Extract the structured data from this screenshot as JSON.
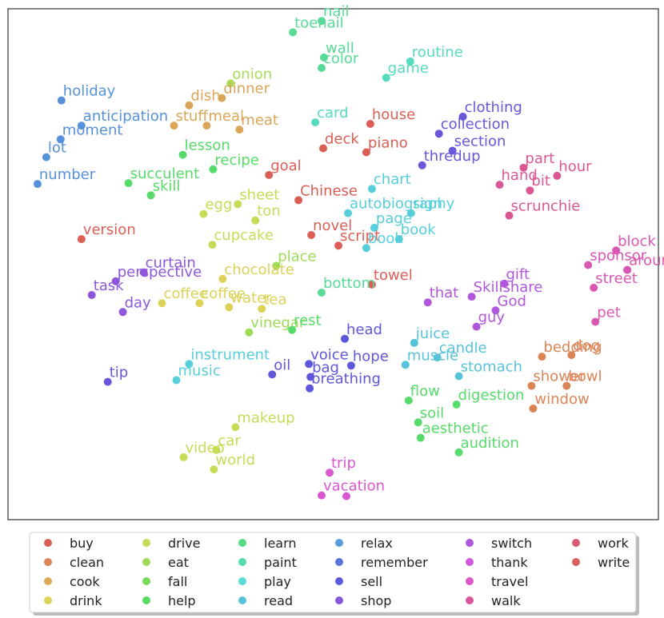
{
  "chart_data": {
    "type": "scatter",
    "title": "",
    "xlabel": "",
    "ylabel": "",
    "grid": false,
    "axes_ticks": false,
    "legend_placement": "bottom",
    "legend_columns": 7,
    "xlim": [
      0,
      815
    ],
    "ylim": [
      0,
      630
    ],
    "categories": [
      {
        "name": "buy",
        "color": "#db5f57"
      },
      {
        "name": "clean",
        "color": "#db8557"
      },
      {
        "name": "cook",
        "color": "#dbab57"
      },
      {
        "name": "drink",
        "color": "#dbd257"
      },
      {
        "name": "drive",
        "color": "#c3db57"
      },
      {
        "name": "eat",
        "color": "#9ddb57"
      },
      {
        "name": "fall",
        "color": "#76db57"
      },
      {
        "name": "help",
        "color": "#57db5f"
      },
      {
        "name": "learn",
        "color": "#57db85"
      },
      {
        "name": "paint",
        "color": "#57dbab"
      },
      {
        "name": "play",
        "color": "#57dbd2"
      },
      {
        "name": "read",
        "color": "#57c3db"
      },
      {
        "name": "relax",
        "color": "#579ddb"
      },
      {
        "name": "remember",
        "color": "#5776db"
      },
      {
        "name": "sell",
        "color": "#5f57db"
      },
      {
        "name": "shop",
        "color": "#8557db"
      },
      {
        "name": "switch",
        "color": "#ab57db"
      },
      {
        "name": "thank",
        "color": "#d257db"
      },
      {
        "name": "travel",
        "color": "#db57c3"
      },
      {
        "name": "walk",
        "color": "#db579d"
      },
      {
        "name": "work",
        "color": "#db5776"
      },
      {
        "name": "write",
        "color": "#db5f5f"
      }
    ],
    "points": [
      {
        "word": "nail",
        "x": 393,
        "y": 615,
        "color": "#57db96"
      },
      {
        "word": "toenail",
        "x": 357,
        "y": 601,
        "color": "#57db96"
      },
      {
        "word": "wall",
        "x": 396,
        "y": 570,
        "color": "#57db96"
      },
      {
        "word": "color",
        "x": 393,
        "y": 557,
        "color": "#57db96"
      },
      {
        "word": "routine",
        "x": 504,
        "y": 565,
        "color": "#57dbc0"
      },
      {
        "word": "game",
        "x": 474,
        "y": 545,
        "color": "#57dbc0"
      },
      {
        "word": "onion",
        "x": 279,
        "y": 538,
        "color": "#a8db57"
      },
      {
        "word": "holiday",
        "x": 67,
        "y": 517,
        "color": "#5791db"
      },
      {
        "word": "dish",
        "x": 227,
        "y": 511,
        "color": "#dba657"
      },
      {
        "word": "dinner",
        "x": 268,
        "y": 520,
        "color": "#dba657"
      },
      {
        "word": "card",
        "x": 385,
        "y": 490,
        "color": "#57dbc0"
      },
      {
        "word": "house",
        "x": 454,
        "y": 488,
        "color": "#db5f57"
      },
      {
        "word": "clothing",
        "x": 570,
        "y": 497,
        "color": "#6957db"
      },
      {
        "word": "anticipation",
        "x": 92,
        "y": 486,
        "color": "#5791db"
      },
      {
        "word": "stuff",
        "x": 208,
        "y": 486,
        "color": "#dba657"
      },
      {
        "word": "meal",
        "x": 249,
        "y": 486,
        "color": "#dba657"
      },
      {
        "word": "meat",
        "x": 290,
        "y": 481,
        "color": "#dba657"
      },
      {
        "word": "collection",
        "x": 540,
        "y": 476,
        "color": "#6957db"
      },
      {
        "word": "deck",
        "x": 395,
        "y": 458,
        "color": "#db5f57"
      },
      {
        "word": "piano",
        "x": 449,
        "y": 453,
        "color": "#db5f57"
      },
      {
        "word": "moment",
        "x": 66,
        "y": 469,
        "color": "#5791db"
      },
      {
        "word": "lot",
        "x": 48,
        "y": 447,
        "color": "#5791db"
      },
      {
        "word": "section",
        "x": 557,
        "y": 455,
        "color": "#6957db"
      },
      {
        "word": "thredup",
        "x": 519,
        "y": 437,
        "color": "#6957db"
      },
      {
        "word": "lesson",
        "x": 219,
        "y": 450,
        "color": "#57db6a"
      },
      {
        "word": "recipe",
        "x": 257,
        "y": 432,
        "color": "#57db6a"
      },
      {
        "word": "goal",
        "x": 327,
        "y": 425,
        "color": "#db5f57"
      },
      {
        "word": "part",
        "x": 646,
        "y": 434,
        "color": "#db5794"
      },
      {
        "word": "hour",
        "x": 688,
        "y": 424,
        "color": "#db5794"
      },
      {
        "word": "hand",
        "x": 616,
        "y": 413,
        "color": "#db5794"
      },
      {
        "word": "bit",
        "x": 654,
        "y": 406,
        "color": "#db5794"
      },
      {
        "word": "number",
        "x": 37,
        "y": 414,
        "color": "#5791db"
      },
      {
        "word": "succulent",
        "x": 151,
        "y": 415,
        "color": "#57db6a"
      },
      {
        "word": "skill",
        "x": 179,
        "y": 400,
        "color": "#57db6a"
      },
      {
        "word": "sheet",
        "x": 288,
        "y": 389,
        "color": "#c8db57"
      },
      {
        "word": "Chinese",
        "x": 364,
        "y": 394,
        "color": "#db5f57"
      },
      {
        "word": "chart",
        "x": 456,
        "y": 408,
        "color": "#57cfdb"
      },
      {
        "word": "scrunchie",
        "x": 628,
        "y": 375,
        "color": "#db5794"
      },
      {
        "word": "sign",
        "x": 505,
        "y": 378,
        "color": "#57cfdb"
      },
      {
        "word": "egg",
        "x": 245,
        "y": 377,
        "color": "#c8db57"
      },
      {
        "word": "autobiography",
        "x": 426,
        "y": 378,
        "color": "#57cfdb"
      },
      {
        "word": "ton",
        "x": 310,
        "y": 369,
        "color": "#c8db57"
      },
      {
        "word": "page",
        "x": 459,
        "y": 360,
        "color": "#57cfdb"
      },
      {
        "word": "book",
        "x": 490,
        "y": 346,
        "color": "#57cfdb"
      },
      {
        "word": "version",
        "x": 92,
        "y": 346,
        "color": "#db5f57"
      },
      {
        "word": "cupcake",
        "x": 256,
        "y": 339,
        "color": "#c8db57"
      },
      {
        "word": "novel",
        "x": 380,
        "y": 351,
        "color": "#db5f57"
      },
      {
        "word": "script",
        "x": 414,
        "y": 338,
        "color": "#db5f57"
      },
      {
        "word": "book",
        "x": 449,
        "y": 335,
        "color": "#57cfdb"
      },
      {
        "word": "block",
        "x": 762,
        "y": 332,
        "color": "#db57b4"
      },
      {
        "word": "around",
        "x": 776,
        "y": 308,
        "color": "#db57b4"
      },
      {
        "word": "curtain",
        "x": 170,
        "y": 305,
        "color": "#8e57db"
      },
      {
        "word": "place",
        "x": 336,
        "y": 313,
        "color": "#9ddb57"
      },
      {
        "word": "sponsor",
        "x": 727,
        "y": 314,
        "color": "#db57b4"
      },
      {
        "word": "towel",
        "x": 456,
        "y": 290,
        "color": "#db5f57"
      },
      {
        "word": "gift",
        "x": 622,
        "y": 291,
        "color": "#b057db"
      },
      {
        "word": "street",
        "x": 734,
        "y": 286,
        "color": "#db57b4"
      },
      {
        "word": "perspective",
        "x": 135,
        "y": 294,
        "color": "#8e57db"
      },
      {
        "word": "chocolate",
        "x": 269,
        "y": 297,
        "color": "#dbd257"
      },
      {
        "word": "Skillshare",
        "x": 581,
        "y": 275,
        "color": "#b057db"
      },
      {
        "word": "coffee",
        "x": 193,
        "y": 267,
        "color": "#dbd257"
      },
      {
        "word": "coffee",
        "x": 240,
        "y": 267,
        "color": "#dbd257"
      },
      {
        "word": "bottom",
        "x": 393,
        "y": 280,
        "color": "#57db96"
      },
      {
        "word": "task",
        "x": 105,
        "y": 277,
        "color": "#8e57db"
      },
      {
        "word": "that",
        "x": 526,
        "y": 268,
        "color": "#b057db"
      },
      {
        "word": "tea",
        "x": 318,
        "y": 260,
        "color": "#dbd257"
      },
      {
        "word": "water",
        "x": 277,
        "y": 262,
        "color": "#dbd257"
      },
      {
        "word": "God",
        "x": 611,
        "y": 258,
        "color": "#b057db"
      },
      {
        "word": "guy",
        "x": 587,
        "y": 238,
        "color": "#b057db"
      },
      {
        "word": "day",
        "x": 144,
        "y": 256,
        "color": "#8e57db"
      },
      {
        "word": "pet",
        "x": 736,
        "y": 244,
        "color": "#db57b4"
      },
      {
        "word": "vinegar",
        "x": 302,
        "y": 231,
        "color": "#9ddb57"
      },
      {
        "word": "rest",
        "x": 356,
        "y": 234,
        "color": "#57db6a"
      },
      {
        "word": "head",
        "x": 422,
        "y": 223,
        "color": "#5f57db"
      },
      {
        "word": "juice",
        "x": 509,
        "y": 218,
        "color": "#57c3db"
      },
      {
        "word": "candle",
        "x": 538,
        "y": 200,
        "color": "#57c3db"
      },
      {
        "word": "voice",
        "x": 377,
        "y": 192,
        "color": "#5f57db"
      },
      {
        "word": "bedding",
        "x": 669,
        "y": 201,
        "color": "#db8557"
      },
      {
        "word": "dog",
        "x": 706,
        "y": 203,
        "color": "#db8557"
      },
      {
        "word": "instrument",
        "x": 227,
        "y": 192,
        "color": "#57cfdb"
      },
      {
        "word": "hope",
        "x": 430,
        "y": 190,
        "color": "#5f57db"
      },
      {
        "word": "muscle",
        "x": 498,
        "y": 191,
        "color": "#57c3db"
      },
      {
        "word": "oil",
        "x": 331,
        "y": 179,
        "color": "#5f57db"
      },
      {
        "word": "stomach",
        "x": 565,
        "y": 177,
        "color": "#57c3db"
      },
      {
        "word": "music",
        "x": 211,
        "y": 172,
        "color": "#57cfdb"
      },
      {
        "word": "bag",
        "x": 379,
        "y": 176,
        "color": "#5f57db"
      },
      {
        "word": "tip",
        "x": 125,
        "y": 170,
        "color": "#6957db"
      },
      {
        "word": "shower",
        "x": 656,
        "y": 165,
        "color": "#db8557"
      },
      {
        "word": "bowl",
        "x": 700,
        "y": 165,
        "color": "#db8557"
      },
      {
        "word": "breathing",
        "x": 378,
        "y": 162,
        "color": "#5f57db"
      },
      {
        "word": "flow",
        "x": 502,
        "y": 147,
        "color": "#57db6a"
      },
      {
        "word": "window",
        "x": 658,
        "y": 137,
        "color": "#db8557"
      },
      {
        "word": "digestion",
        "x": 562,
        "y": 142,
        "color": "#57db6a"
      },
      {
        "word": "makeup",
        "x": 285,
        "y": 114,
        "color": "#c8db57"
      },
      {
        "word": "soil",
        "x": 514,
        "y": 120,
        "color": "#57db6a"
      },
      {
        "word": "car",
        "x": 261,
        "y": 86,
        "color": "#c8db57"
      },
      {
        "word": "aesthetic",
        "x": 517,
        "y": 101,
        "color": "#57db6a"
      },
      {
        "word": "audition",
        "x": 565,
        "y": 83,
        "color": "#57db6a"
      },
      {
        "word": "video",
        "x": 220,
        "y": 77,
        "color": "#c8db57"
      },
      {
        "word": "world",
        "x": 258,
        "y": 62,
        "color": "#c8db57"
      },
      {
        "word": "trip",
        "x": 403,
        "y": 58,
        "color": "#db57d2"
      },
      {
        "word": "vacation",
        "x": 393,
        "y": 30,
        "color": "#db57d2"
      },
      {
        "word": "",
        "x": 424,
        "y": 29,
        "color": "#db57d2"
      },
      {
        "word": "",
        "x": 776,
        "y": 308,
        "color": "#db57b4"
      }
    ]
  }
}
